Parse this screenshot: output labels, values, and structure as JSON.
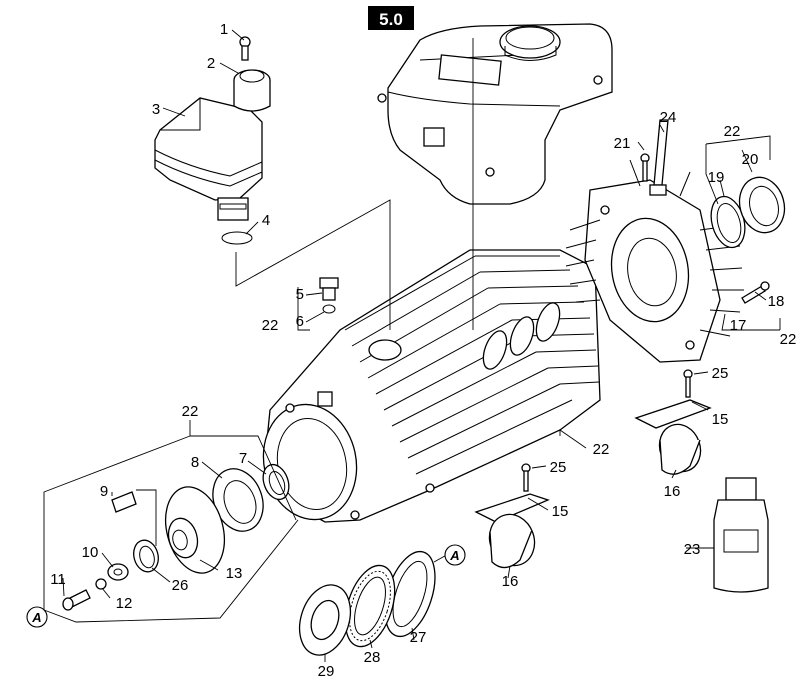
{
  "section_label": "5.0",
  "ref_marker": "A",
  "callouts": {
    "c1": "1",
    "c2": "2",
    "c3": "3",
    "c4": "4",
    "c5": "5",
    "c6": "6",
    "c7": "7",
    "c8": "8",
    "c9": "9",
    "c10": "10",
    "c11": "11",
    "c12": "12",
    "c13": "13",
    "c15a": "15",
    "c15b": "15",
    "c16a": "16",
    "c16b": "16",
    "c17": "17",
    "c18": "18",
    "c19": "19",
    "c20": "20",
    "c21": "21",
    "c22a": "22",
    "c22b": "22",
    "c22c": "22",
    "c22d": "22",
    "c22e": "22",
    "c23": "23",
    "c24": "24",
    "c25a": "25",
    "c25b": "25",
    "c26": "26",
    "c27": "27",
    "c28": "28",
    "c29": "29"
  }
}
